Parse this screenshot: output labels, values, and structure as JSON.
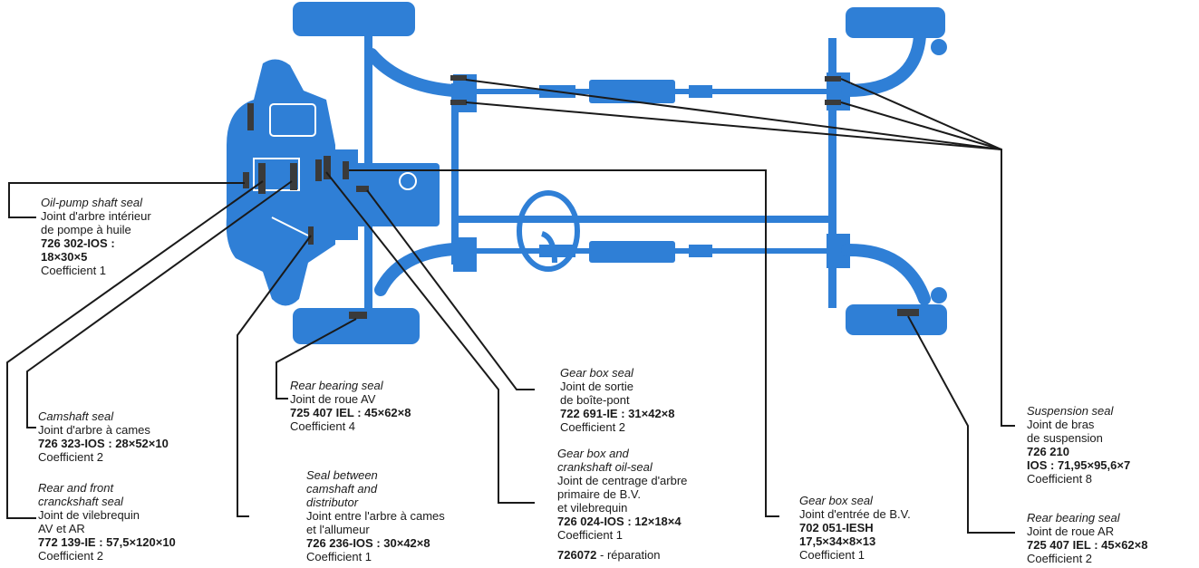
{
  "colors": {
    "chassis": "#2f7fd6",
    "seal": "#3a3a3a",
    "leader": "#1a1a1a"
  },
  "labels": {
    "oil_pump": {
      "en": "Oil-pump shaft seal",
      "fr": [
        "Joint d'arbre intérieur",
        "de pompe à huile"
      ],
      "code": "726 302-IOS  :",
      "dims": "18×30×5",
      "coef": "Coefficient 1"
    },
    "camshaft": {
      "en": "Camshaft seal",
      "fr": [
        "Joint d'arbre à cames"
      ],
      "code": "726 323-IOS  :  28×52×10",
      "coef": "Coefficient 2"
    },
    "crankshaft": {
      "en": [
        "Rear and front",
        "crancks​haft seal"
      ],
      "fr": [
        "Joint  de  vilebrequin",
        "AV et AR"
      ],
      "code": "772 139-IE  :  57,5×120×10",
      "coef": "Coefficient  2"
    },
    "rear_bearing_front": {
      "en": "Rear bearing seal",
      "fr": [
        "Joint de roue AV"
      ],
      "code": "725 407  IEL  :  45×62×8",
      "coef": "Coefficient  4"
    },
    "cam_distributor": {
      "en": [
        "Seal between",
        "camshaft and",
        "distributor"
      ],
      "fr": [
        "Joint entre l'arbre à cames",
        "et l'allumeur"
      ],
      "code": "726 236-IOS  :   30×42×8",
      "coef": "Coefficient  1"
    },
    "gearbox_out": {
      "en": "Gear box seal",
      "fr": [
        "Joint  de  sortie",
        "de boîte-pont"
      ],
      "code": "722 691-IE  :  31×42×8",
      "coef": "Coefficient  2"
    },
    "gearbox_crank": {
      "en": [
        "Gear box and",
        "crankshaft oil-seal"
      ],
      "fr": [
        "Joint de centrage d'arbre",
        "primaire de B.V.",
        "et vilebrequin"
      ],
      "code": "726 024-IOS  :  12×18×4",
      "coef": "Coefficient  1",
      "extra_code": "726072",
      "extra_text": " - réparation"
    },
    "gearbox_in": {
      "en": "Gear box seal",
      "fr": [
        "Joint d'entrée de B.V."
      ],
      "code": "702 051-IESH",
      "dims": "17,5×34×8×13",
      "coef": "Coefficient  1"
    },
    "suspension": {
      "en": "Suspension seal",
      "fr": [
        "Joint  de  bras",
        "de  suspension"
      ],
      "code": "726 210",
      "dims": "IOS   :   71,95×95,6×7",
      "coef": "Coefficient  8"
    },
    "rear_bearing_rear": {
      "en": "Rear bearing seal",
      "fr": [
        "Joint de roue AR"
      ],
      "code": "725 407  IEL  :  45×62×8",
      "coef": "Coefficient  2"
    }
  }
}
